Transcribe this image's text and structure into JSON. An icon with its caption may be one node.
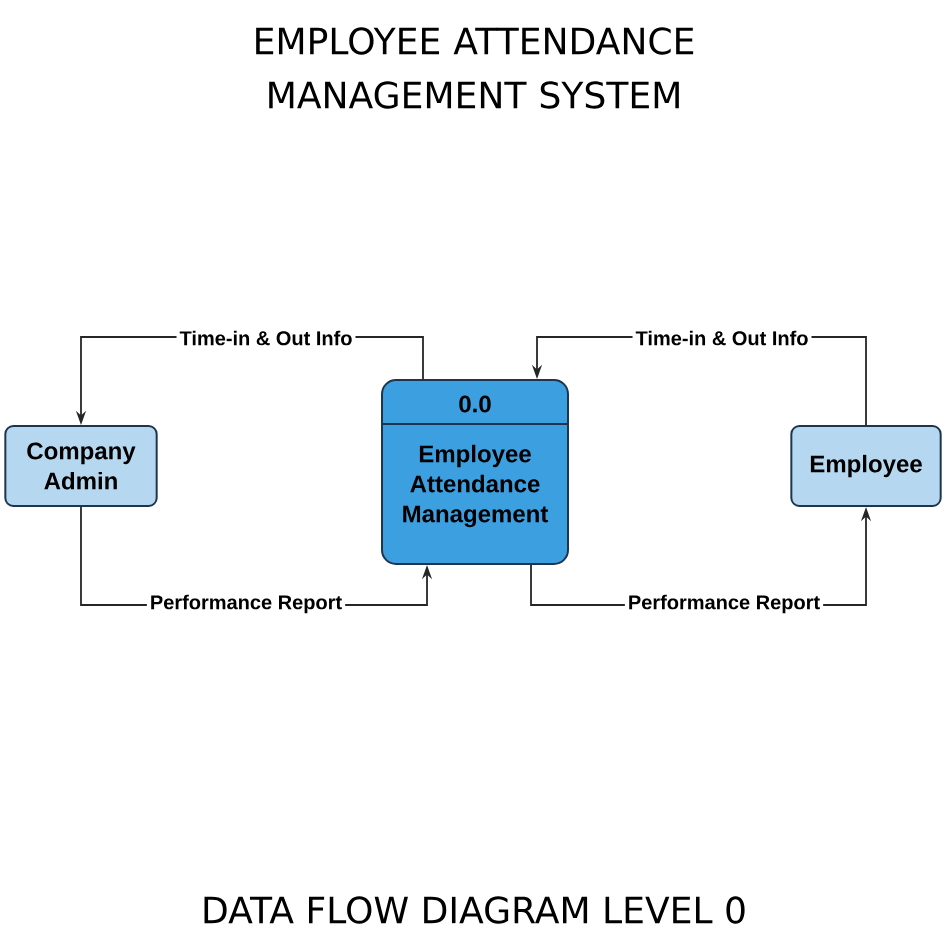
{
  "diagram": {
    "title": "EMPLOYEE ATTENDANCE MANAGEMENT SYSTEM",
    "caption": "DATA FLOW DIAGRAM LEVEL 0",
    "nodes": [
      {
        "text": [
          "Company Admin"
        ]
      },
      {
        "text": [
          "0.0",
          "Employee Attendance Management"
        ]
      },
      {
        "text": [
          "Employee"
        ]
      }
    ],
    "edges": [
      {
        "from": 1,
        "to": 0,
        "arrow": "to",
        "label": "Time-in & Out Info"
      },
      {
        "from": 0,
        "to": 1,
        "arrow": "to",
        "label": "Performance Report"
      },
      {
        "from": 2,
        "to": 1,
        "arrow": "to",
        "label": "Time-in & Out Info"
      },
      {
        "from": 1,
        "to": 2,
        "arrow": "to",
        "label": "Performance Report"
      }
    ]
  }
}
